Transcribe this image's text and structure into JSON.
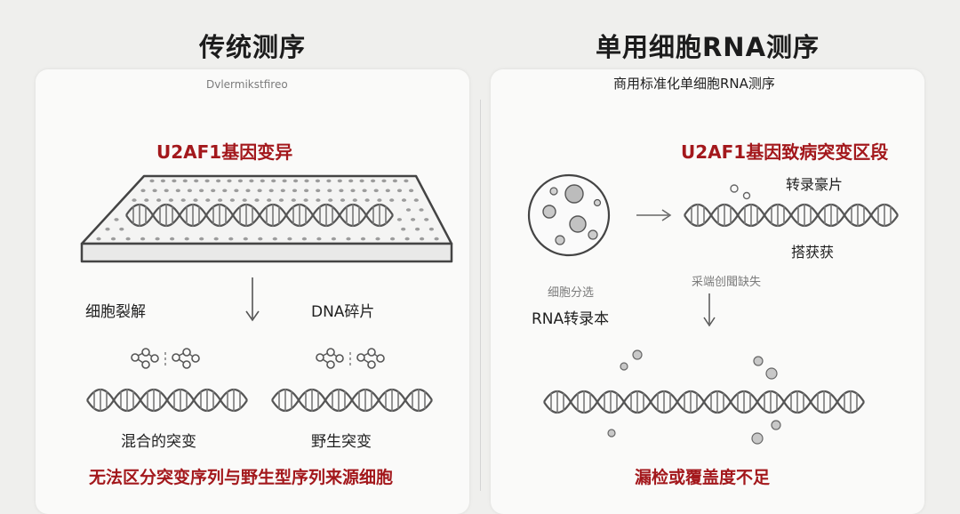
{
  "left": {
    "title": "传统测序",
    "subtitle": "Dvlermikstfireo",
    "label_top": "U2AF1基因变异",
    "label_lysis": "细胞裂解",
    "label_fragments": "DNA碎片",
    "label_mixed": "混合的突变",
    "label_wild": "野生突变",
    "conclusion": "无法区分突变序列与野生型序列来源细胞"
  },
  "right": {
    "title": "单用细胞RNA测序",
    "subtitle": "商用标准化单细胞RNA测序",
    "label_top": "U2AF1基因致病突变区段",
    "label_transcript_fragment": "转录豪片",
    "label_capture": "搭获获",
    "label_cell_select": "细胞分选",
    "label_rna_transcript": "RNA转录本",
    "label_end_missing": "采端创聞缺失",
    "conclusion": "漏检或覆盖度不足"
  },
  "colors": {
    "accent_red": "#a3181c",
    "panel_bg": "#fafaf9",
    "page_bg": "#efefed",
    "line": "#555555"
  }
}
